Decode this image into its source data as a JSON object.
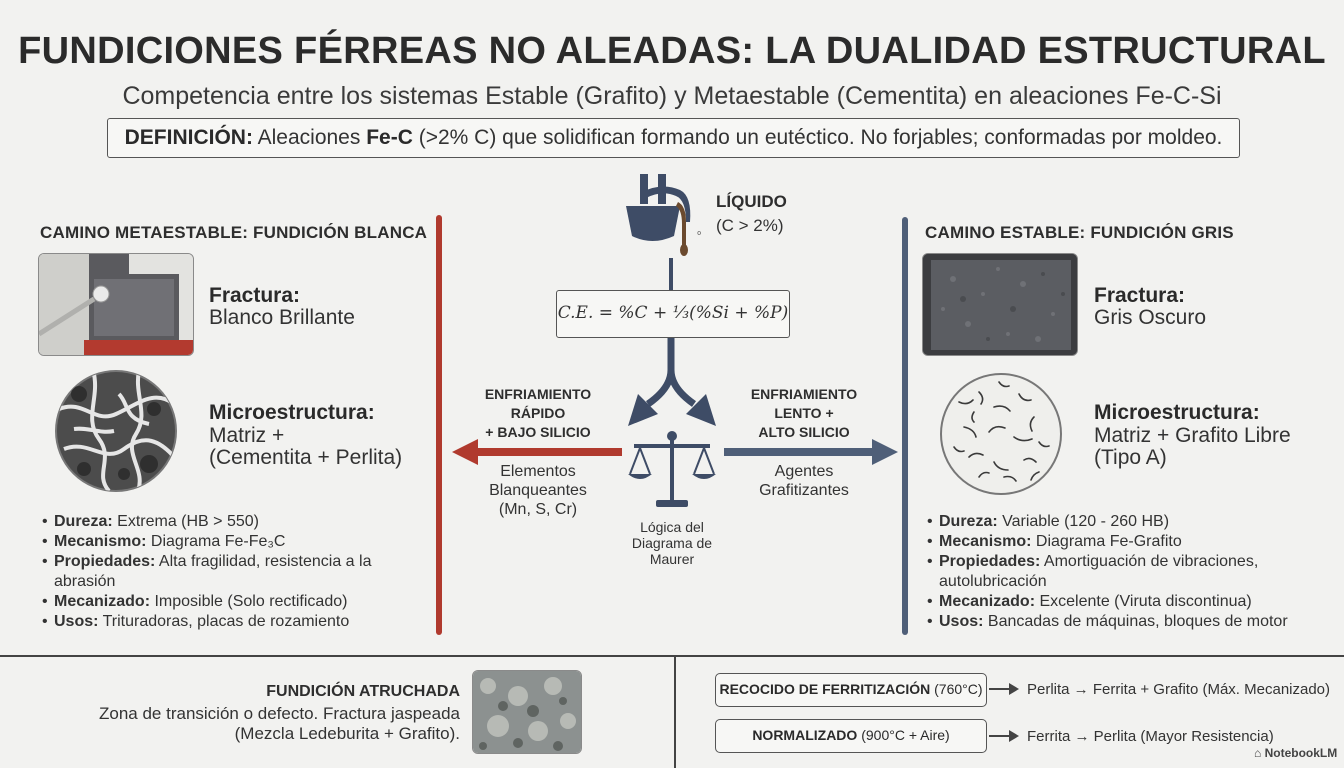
{
  "header": {
    "title": "FUNDICIONES FÉRREAS NO ALEADAS: LA DUALIDAD ESTRUCTURAL",
    "subtitle": "Competencia entre los sistemas Estable (Grafito) y Metaestable (Cementita) en aleaciones Fe-C-Si",
    "definition_label": "DEFINICIÓN:",
    "definition_pre": "Aleaciones",
    "definition_strong": "Fe-C",
    "definition_post": "(>2% C) que solidifican formando un eutéctico. No forjables; conformadas por moldeo."
  },
  "left": {
    "title": "CAMINO METAESTABLE: FUNDICIÓN BLANCA",
    "fracture_label": "Fractura:",
    "fracture_value": "Blanco Brillante",
    "micro_label": "Microestructura:",
    "micro_line1": "Matriz +",
    "micro_line2": "(Cementita + Perlita)",
    "bullets": [
      {
        "key": "Dureza:",
        "val": "Extrema (HB > 550)"
      },
      {
        "key": "Mecanismo:",
        "val": "Diagrama Fe-Fe₃C"
      },
      {
        "key": "Propiedades:",
        "val": "Alta fragilidad, resistencia a la",
        "cont": "abrasión"
      },
      {
        "key": "Mecanizado:",
        "val": "Imposible (Solo rectificado)"
      },
      {
        "key": "Usos:",
        "val": "Trituradoras, placas de rozamiento"
      }
    ],
    "accent": "#b03a2e"
  },
  "right": {
    "title": "CAMINO ESTABLE: FUNDICIÓN GRIS",
    "fracture_label": "Fractura:",
    "fracture_value": "Gris Oscuro",
    "micro_label": "Microestructura:",
    "micro_line1": "Matriz + Grafito Libre",
    "micro_line2": "(Tipo A)",
    "bullets": [
      {
        "key": "Dureza:",
        "val": "Variable (120 - 260 HB)"
      },
      {
        "key": "Mecanismo:",
        "val": "Diagrama Fe-Grafito"
      },
      {
        "key": "Propiedades:",
        "val": "Amortiguación de vibraciones,",
        "cont": "autolubricación"
      },
      {
        "key": "Mecanizado:",
        "val": "Excelente (Viruta discontinua)"
      },
      {
        "key": "Usos:",
        "val": "Bancadas de máquinas, bloques de motor"
      }
    ],
    "accent": "#4f5f78"
  },
  "center": {
    "liquid_label": "LÍQUIDO",
    "liquid_value": "(C > 2%)",
    "formula": "C.E. = %C + ⅓(%Si + %P)",
    "fast_cooling": [
      "ENFRIAMIENTO",
      "RÁPIDO",
      "+ BAJO SILICIO"
    ],
    "whiteners": [
      "Elementos",
      "Blanqueantes",
      "(Mn, S, Cr)"
    ],
    "slow_cooling": [
      "ENFRIAMIENTO",
      "LENTO +",
      "ALTO SILICIO"
    ],
    "graphitizers": [
      "Agentes",
      "Grafitizantes"
    ],
    "maurer": [
      "Lógica del",
      "Diagrama de",
      "Maurer"
    ]
  },
  "bottom": {
    "mottled_title": "FUNDICIÓN ATRUCHADA",
    "mottled_line1": "Zona de transición o defecto. Fractura jaspeada",
    "mottled_line2": "(Mezcla Ledeburita + Grafito).",
    "annealing_label": "RECOCIDO DE FERRITIZACIÓN",
    "annealing_temp": "(760°C)",
    "annealing_result": "Perlita → Ferrita + Grafito (Máx. Mecanizado)",
    "normalizing_label": "NORMALIZADO",
    "normalizing_temp": "(900°C + Aire)",
    "normalizing_result": "Ferrita → Perlita (Mayor Resistencia)",
    "watermark": "NotebookLM"
  }
}
